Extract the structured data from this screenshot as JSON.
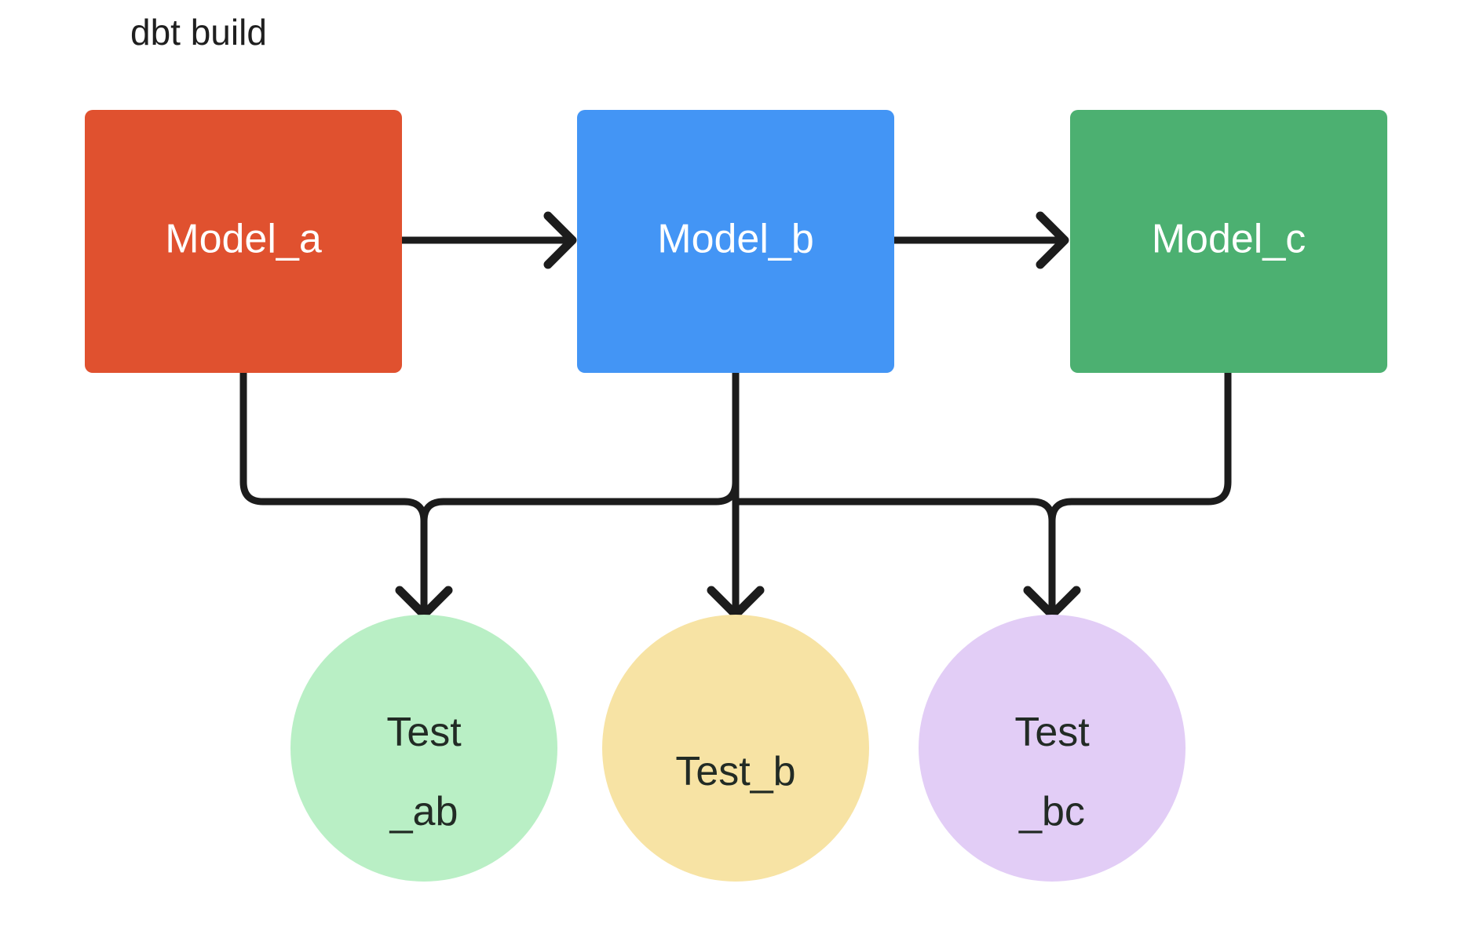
{
  "diagram": {
    "title": "dbt build",
    "background_color": "#ffffff",
    "edge_color": "#1c1c1c",
    "nodes": {
      "model_a": {
        "label": "Model_a",
        "shape": "rounded-rect",
        "fill": "#e0512f",
        "text_color": "#ffffff"
      },
      "model_b": {
        "label": "Model_b",
        "shape": "rounded-rect",
        "fill": "#4395f5",
        "text_color": "#ffffff"
      },
      "model_c": {
        "label": "Model_c",
        "shape": "rounded-rect",
        "fill": "#4cb071",
        "text_color": "#ffffff"
      },
      "test_ab": {
        "label_line1": "Test",
        "label_line2": "_ab",
        "shape": "circle",
        "fill": "#b9efc5",
        "text_color": "#222b25"
      },
      "test_b": {
        "label_line1": "Test_b",
        "label_line2": "",
        "shape": "circle",
        "fill": "#f7e3a4",
        "text_color": "#333024"
      },
      "test_bc": {
        "label_line1": "Test",
        "label_line2": "_bc",
        "shape": "circle",
        "fill": "#e2cdf6",
        "text_color": "#2a2533"
      }
    },
    "edges": [
      {
        "from": "model_a",
        "to": "model_b",
        "style": "straight-arrow"
      },
      {
        "from": "model_b",
        "to": "model_c",
        "style": "straight-arrow"
      },
      {
        "from": "model_a",
        "to": "test_ab",
        "style": "orthogonal-arrow"
      },
      {
        "from": "model_b",
        "to": "test_ab",
        "style": "orthogonal-arrow"
      },
      {
        "from": "model_b",
        "to": "test_b",
        "style": "straight-arrow"
      },
      {
        "from": "model_b",
        "to": "test_bc",
        "style": "orthogonal-arrow"
      },
      {
        "from": "model_c",
        "to": "test_bc",
        "style": "orthogonal-arrow"
      }
    ]
  }
}
